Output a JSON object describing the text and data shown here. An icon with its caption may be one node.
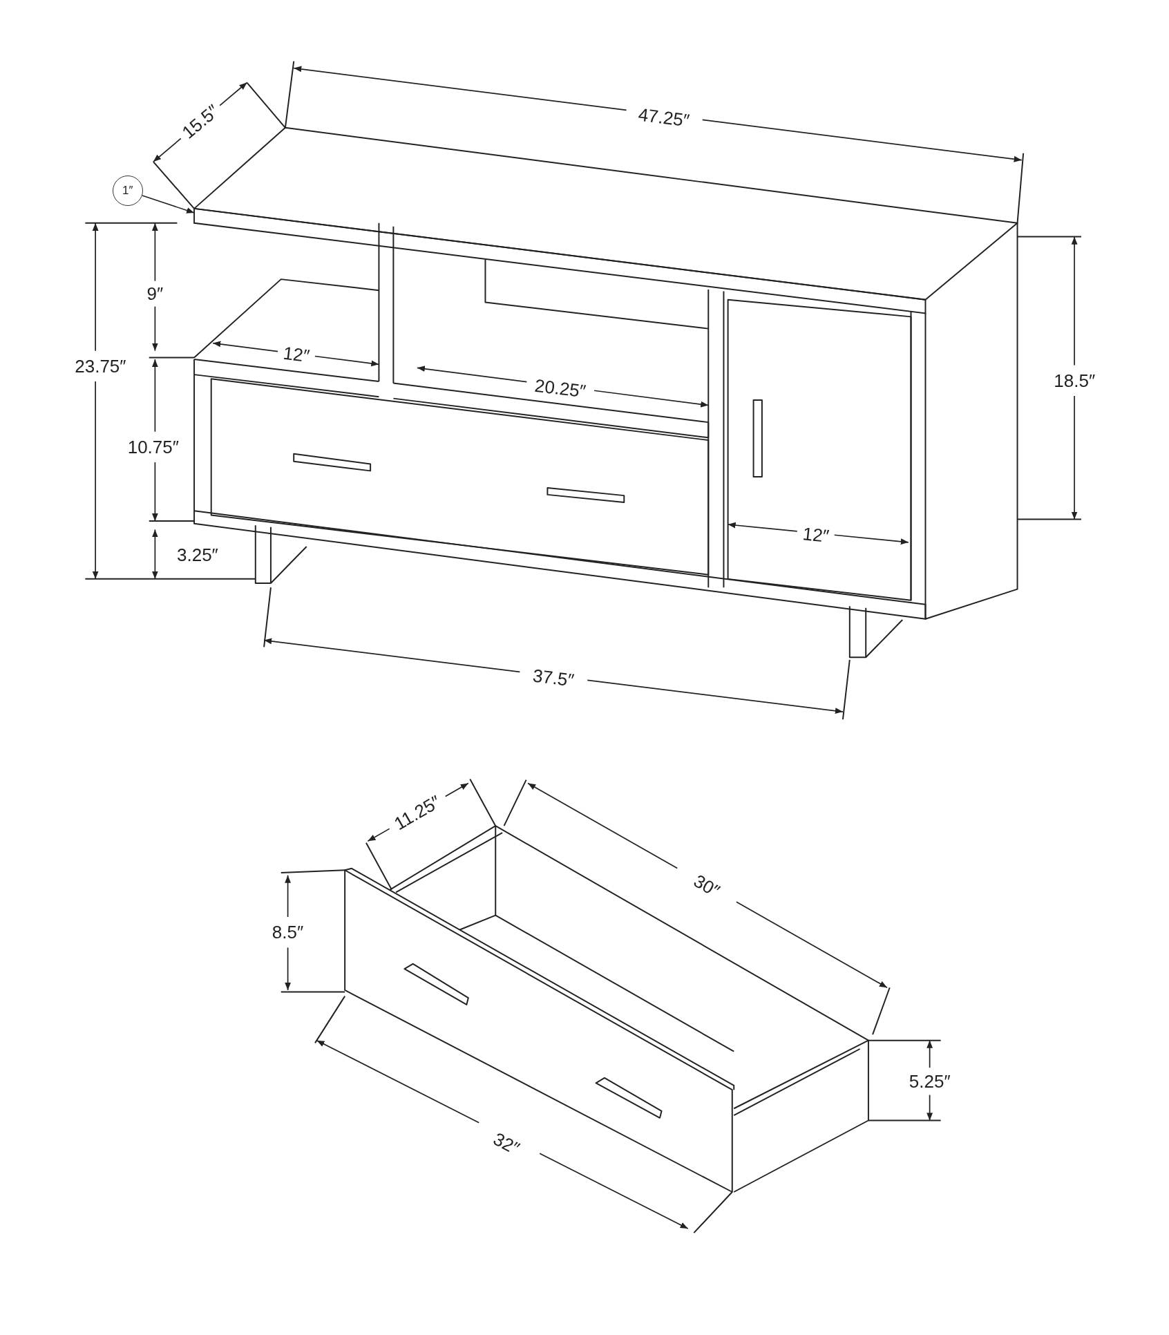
{
  "diagram": {
    "nodes": [
      {
        "text": [
          "1″"
        ]
      },
      {
        "text": [],
        "shape": "bar"
      }
    ],
    "edges": [
      {
        "from": 0,
        "to": 1,
        "arrow": "to"
      }
    ],
    "labels": [
      "47.25″",
      "15.5″",
      "9″",
      "12″",
      "23.75″",
      "20.25″",
      "18.5″",
      "10.75″",
      "12″",
      "3.25″",
      "37.5″",
      "11.25″",
      "30″",
      "8.5″",
      "5.25″",
      "32″"
    ]
  }
}
